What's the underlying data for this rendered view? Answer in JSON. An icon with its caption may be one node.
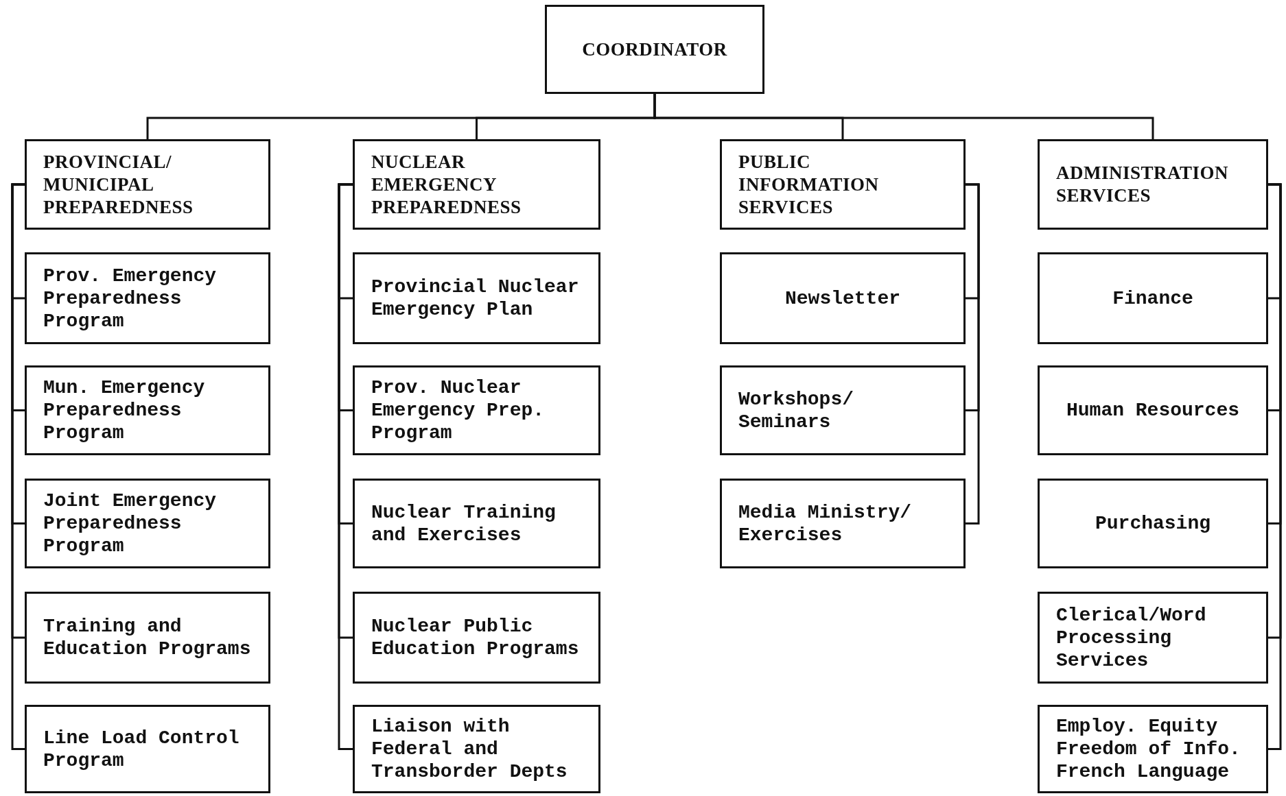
{
  "diagram": {
    "nodes": [
      {
        "text": [
          "COORDINATOR"
        ]
      },
      {
        "text": [
          "PROVINCIAL/ MUNICIPAL PREPAREDNESS"
        ]
      },
      {
        "text": [
          "Prov. Emergency Preparedness Program"
        ]
      },
      {
        "text": [
          "Mun. Emergency Preparedness Program"
        ]
      },
      {
        "text": [
          "Joint Emergency Preparedness Program"
        ]
      },
      {
        "text": [
          "Training and Education Programs"
        ]
      },
      {
        "text": [
          "Line Load Control Program"
        ]
      },
      {
        "text": [
          "NUCLEAR EMERGENCY PREPAREDNESS"
        ]
      },
      {
        "text": [
          "Provincial Nuclear Emergency Plan"
        ]
      },
      {
        "text": [
          "Prov. Nuclear Emergency Prep. Program"
        ]
      },
      {
        "text": [
          "Nuclear Training and Exercises"
        ]
      },
      {
        "text": [
          "Nuclear Public Education Programs"
        ]
      },
      {
        "text": [
          "Liaison with Federal and Transborder Depts"
        ]
      },
      {
        "text": [
          "PUBLIC INFORMATION SERVICES"
        ]
      },
      {
        "text": [
          "Newsletter"
        ]
      },
      {
        "text": [
          "Workshops/ Seminars"
        ]
      },
      {
        "text": [
          "Media Ministry/ Exercises"
        ]
      },
      {
        "text": [
          "ADMINISTRATION SERVICES"
        ]
      },
      {
        "text": [
          "Finance"
        ]
      },
      {
        "text": [
          "Human Resources"
        ]
      },
      {
        "text": [
          "Purchasing"
        ]
      },
      {
        "text": [
          "Clerical/Word Processing Services"
        ]
      },
      {
        "text": [
          "Employ. Equity Freedom of Info. French Language"
        ]
      }
    ],
    "edges": [
      {
        "from": 0,
        "to": 1,
        "arrow": "none"
      },
      {
        "from": 0,
        "to": 7,
        "arrow": "none"
      },
      {
        "from": 0,
        "to": 13,
        "arrow": "none"
      },
      {
        "from": 0,
        "to": 17,
        "arrow": "none"
      },
      {
        "from": 1,
        "to": 2,
        "arrow": "none"
      },
      {
        "from": 1,
        "to": 3,
        "arrow": "none"
      },
      {
        "from": 1,
        "to": 4,
        "arrow": "none"
      },
      {
        "from": 1,
        "to": 5,
        "arrow": "none"
      },
      {
        "from": 1,
        "to": 6,
        "arrow": "none"
      },
      {
        "from": 7,
        "to": 8,
        "arrow": "none"
      },
      {
        "from": 7,
        "to": 9,
        "arrow": "none"
      },
      {
        "from": 7,
        "to": 10,
        "arrow": "none"
      },
      {
        "from": 7,
        "to": 11,
        "arrow": "none"
      },
      {
        "from": 7,
        "to": 12,
        "arrow": "none"
      },
      {
        "from": 13,
        "to": 14,
        "arrow": "none"
      },
      {
        "from": 13,
        "to": 15,
        "arrow": "none"
      },
      {
        "from": 13,
        "to": 16,
        "arrow": "none"
      },
      {
        "from": 17,
        "to": 18,
        "arrow": "none"
      },
      {
        "from": 17,
        "to": 19,
        "arrow": "none"
      },
      {
        "from": 17,
        "to": 20,
        "arrow": "none"
      },
      {
        "from": 17,
        "to": 21,
        "arrow": "none"
      },
      {
        "from": 17,
        "to": 22,
        "arrow": "none"
      }
    ]
  }
}
